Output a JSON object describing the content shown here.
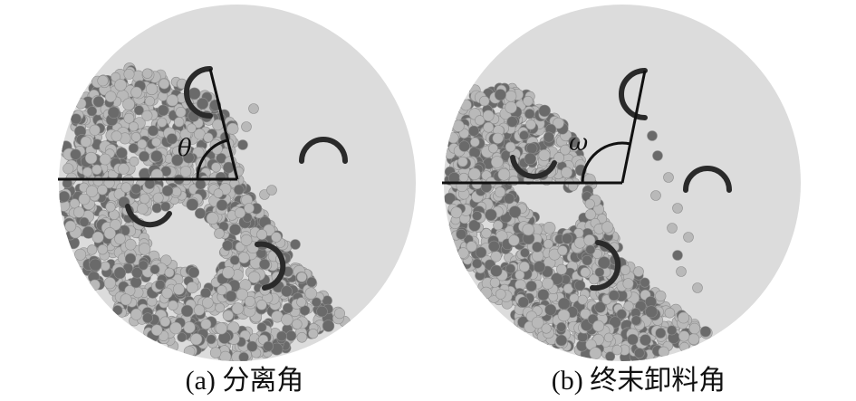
{
  "panels": [
    {
      "id": "a",
      "caption": "(a) 分离角",
      "angle_symbol": "θ"
    },
    {
      "id": "b",
      "caption": "(b) 终末卸料角",
      "angle_symbol": "ω"
    }
  ],
  "colors": {
    "drum_fill": "#dcdcdc",
    "light_ball": "#b9b9b9",
    "dark_ball": "#6a6a6a",
    "lifter": "#2a2a2a",
    "line": "#111111"
  }
}
